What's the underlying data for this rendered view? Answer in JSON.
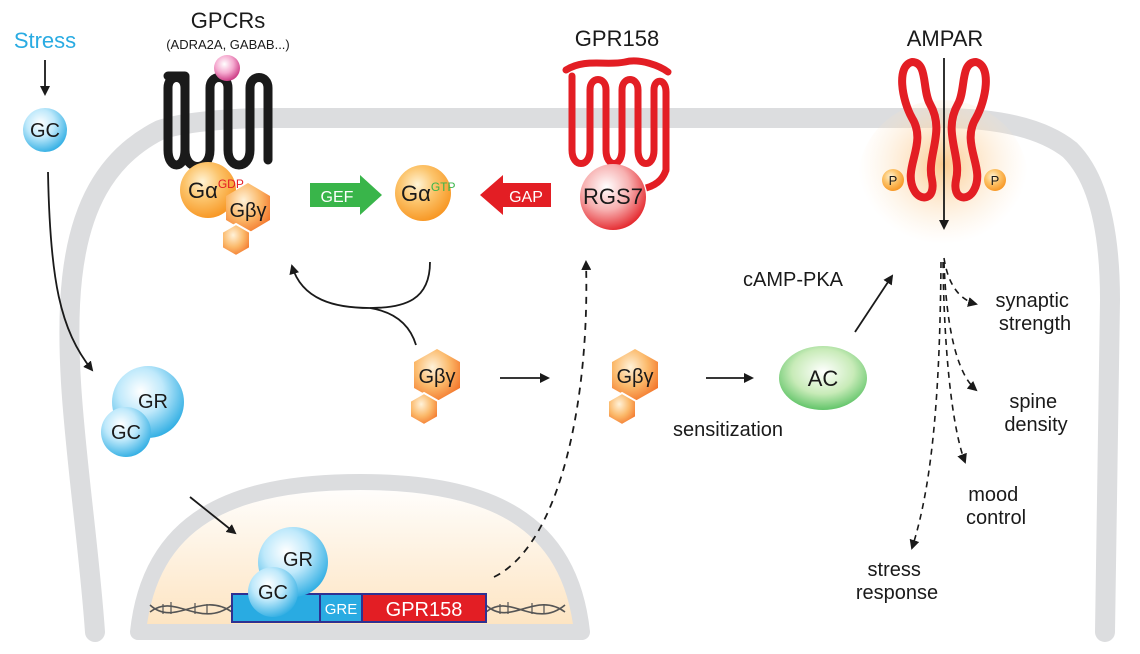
{
  "stress": "Stress",
  "gc": "GC",
  "gr": "GR",
  "gpcrs_title": "GPCRs",
  "gpcrs_subtitle": "(ADRA2A, GABAB...)",
  "g_alpha": "Gα",
  "gdp": "GDP",
  "gtp": "GTP",
  "g_beta_gamma": "Gβγ",
  "gef": "GEF",
  "gap": "GAP",
  "gpr158_title": "GPR158",
  "rgs7": "RGS7",
  "ampar": "AMPAR",
  "p": "P",
  "camp_pka": "cAMP-PKA",
  "ac": "AC",
  "sensitization": "sensitization",
  "synaptic_strength": [
    "synaptic",
    "strength"
  ],
  "spine_density": [
    "spine",
    "density"
  ],
  "mood_control": [
    "mood",
    "control"
  ],
  "stress_response": [
    "stress",
    "response"
  ],
  "gre": "GRE",
  "gene": "GPR158",
  "colors": {
    "stress_blue": "#29abe2",
    "gpr158_red": "#e31e24",
    "orange": "#f7931e",
    "green": "#39b54a",
    "membrane_gray": "#dcdddf"
  }
}
